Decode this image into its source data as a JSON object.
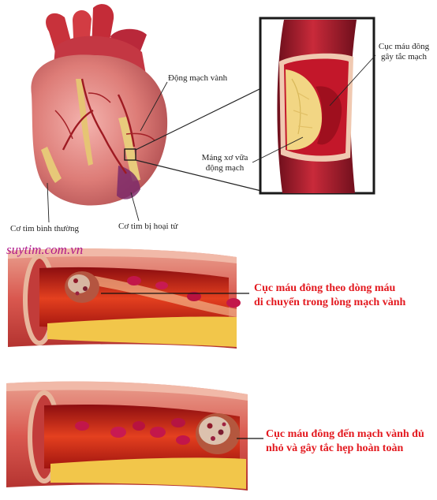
{
  "labels": {
    "coronary_artery": "Động mạch vành",
    "clot_blocking": [
      "Cục máu đông",
      "gây tắc mạch"
    ],
    "plaque": [
      "Mảng xơ vữa",
      "động mạch"
    ],
    "normal_muscle": "Cơ tim bình thường",
    "necrotic_muscle": "Cơ tim bị hoại tử"
  },
  "brand": "suytim.com.vn",
  "captions": {
    "clot_moving": [
      "Cục máu đông theo dòng máu",
      "di chuyển trong lòng mạch vành"
    ],
    "clot_blocked": [
      "Cục máu đông đến mạch vành đủ",
      "nhỏ và gây tắc hẹp hoàn toàn"
    ]
  },
  "colors": {
    "caption_red": "#e3191f",
    "brand_magenta": "#b01a8a",
    "vessel_red": "#a8182b",
    "fat_yellow": "#f0c64a"
  }
}
